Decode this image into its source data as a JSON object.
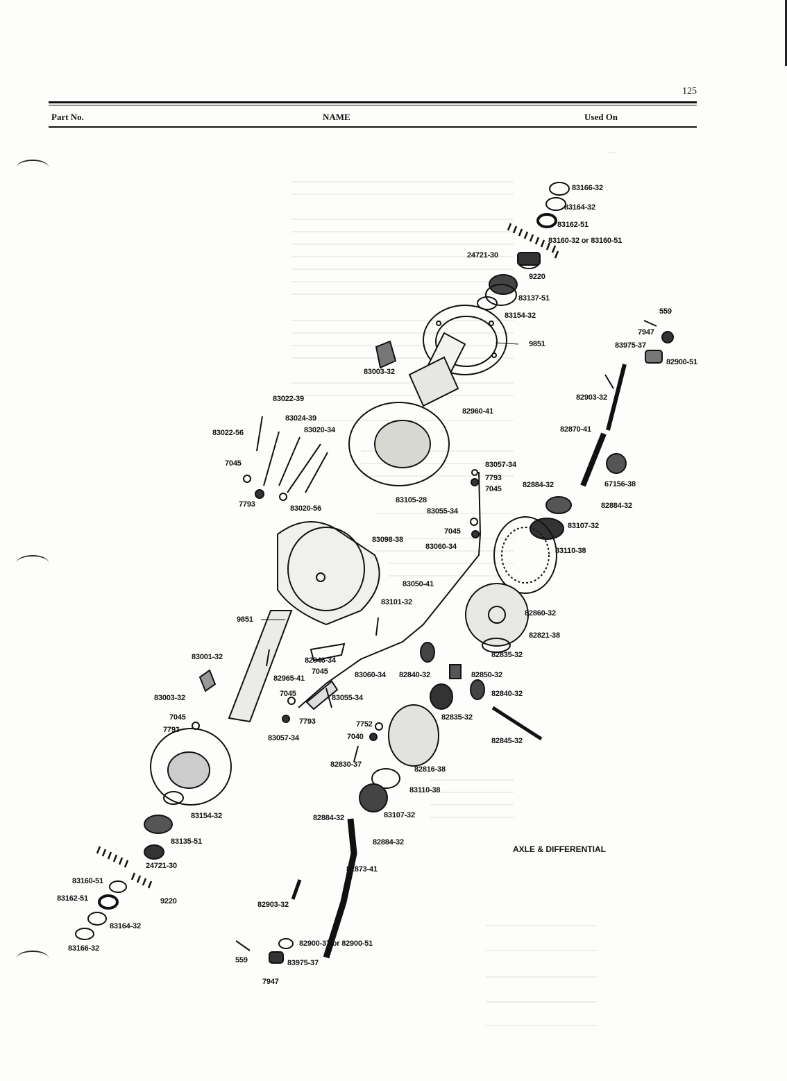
{
  "page_number": "125",
  "header": {
    "part_no": "Part No.",
    "name": "NAME",
    "used_on": "Used On"
  },
  "caption": "AXLE & DIFFERENTIAL",
  "labels": [
    "83166-32",
    "83164-32",
    "83162-51",
    "83160-32 or 83160-51",
    "24721-30",
    "9220",
    "83137-51",
    "83154-32",
    "559",
    "7947",
    "83975-37",
    "9851",
    "82900-51",
    "83003-32",
    "82903-32",
    "82960-41",
    "83022-39",
    "83024-39",
    "83020-34",
    "83022-56",
    "82870-41",
    "7045",
    "83057-34",
    "7793",
    "7045",
    "82884-32",
    "67156-38",
    "7793",
    "83020-56",
    "83105-28",
    "83055-34",
    "82884-32",
    "83107-32",
    "7045",
    "83098-38",
    "83060-34",
    "83110-38",
    "83050-41",
    "83101-32",
    "9851",
    "82860-32",
    "82821-38",
    "83001-32",
    "82846-34",
    "82835-32",
    "7045",
    "82965-41",
    "83060-34",
    "82840-32",
    "82850-32",
    "83003-32",
    "7045",
    "83055-34",
    "82840-32",
    "7045",
    "7793",
    "82835-32",
    "7793",
    "83057-34",
    "7752",
    "82845-32",
    "7040",
    "82830-37",
    "82816-38",
    "83110-38",
    "83154-32",
    "82884-32",
    "83107-32",
    "83135-51",
    "82884-32",
    "24721-30",
    "82873-41",
    "83160-51",
    "9220",
    "83162-51",
    "82903-32",
    "83164-32",
    "82900-37 or 82900-51",
    "83166-32",
    "559",
    "83975-37",
    "7947"
  ]
}
